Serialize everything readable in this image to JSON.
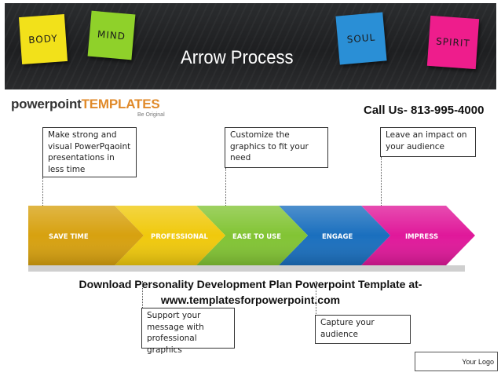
{
  "banner": {
    "title": "Arrow Process",
    "notes": [
      {
        "label": "BODY",
        "color": "#f2e11a"
      },
      {
        "label": "MIND",
        "color": "#8fd12a"
      },
      {
        "label": "SOUL",
        "color": "#2a8fd6"
      },
      {
        "label": "SPIRIT",
        "color": "#ee1d8c"
      }
    ]
  },
  "header": {
    "logo_part1": "powerpoint",
    "logo_part2": "TEMPLATES",
    "tagline": "Be Original",
    "call": "Call Us- 813-995-4000"
  },
  "steps": [
    {
      "label": "SAVE TIME",
      "color": "#d7a10f"
    },
    {
      "label": "PROFESSIONAL",
      "color": "#f0c90c"
    },
    {
      "label": "EASE TO USE",
      "color": "#82c434"
    },
    {
      "label": "ENGAGE",
      "color": "#1a6fbe"
    },
    {
      "label": "IMPRESS",
      "color": "#e0189a"
    }
  ],
  "callouts": {
    "top": [
      "Make strong and visual PowerPqaoint presentations in less time",
      "Customize the graphics to fit your need",
      "Leave an impact on your audience"
    ],
    "bottom": [
      "Support your message with professional graphics",
      "Capture your audience"
    ]
  },
  "download": {
    "line1": "Download Personality Development Plan Powerpoint Template at-",
    "line2": "www.templatesforpowerpoint.com"
  },
  "footer": {
    "your_logo": "Your Logo"
  }
}
